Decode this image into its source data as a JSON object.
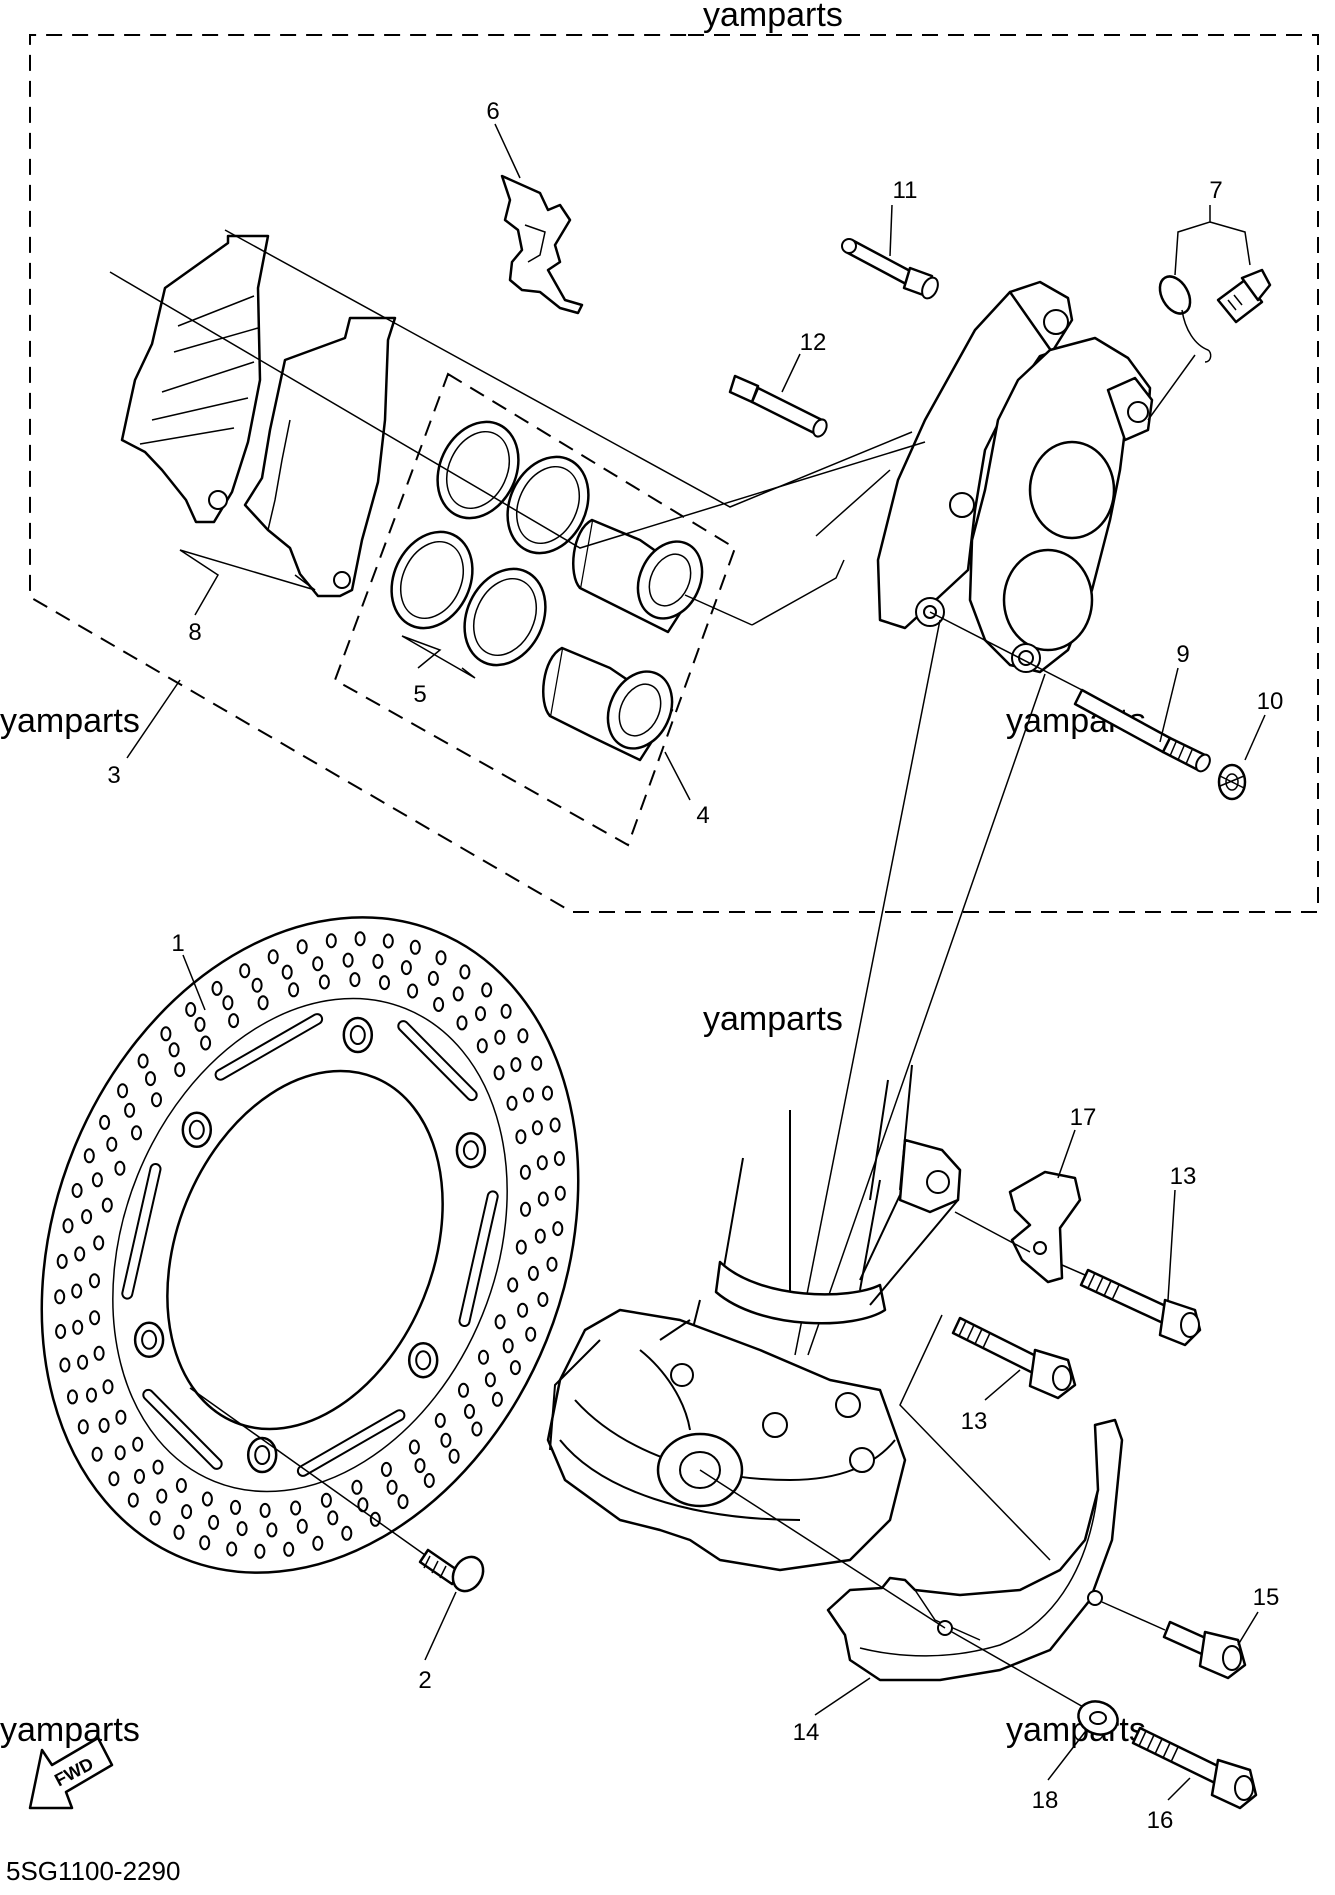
{
  "watermarks": [
    "yamparts",
    "yamparts",
    "yamparts",
    "yamparts",
    "yamparts",
    "yamparts"
  ],
  "diagram_code": "5SG1100-2290",
  "fwd_label": "FWD",
  "callouts": [
    "1",
    "2",
    "3",
    "4",
    "5",
    "6",
    "7",
    "8",
    "9",
    "10",
    "11",
    "12",
    "13",
    "13",
    "14",
    "15",
    "16",
    "17",
    "18"
  ]
}
